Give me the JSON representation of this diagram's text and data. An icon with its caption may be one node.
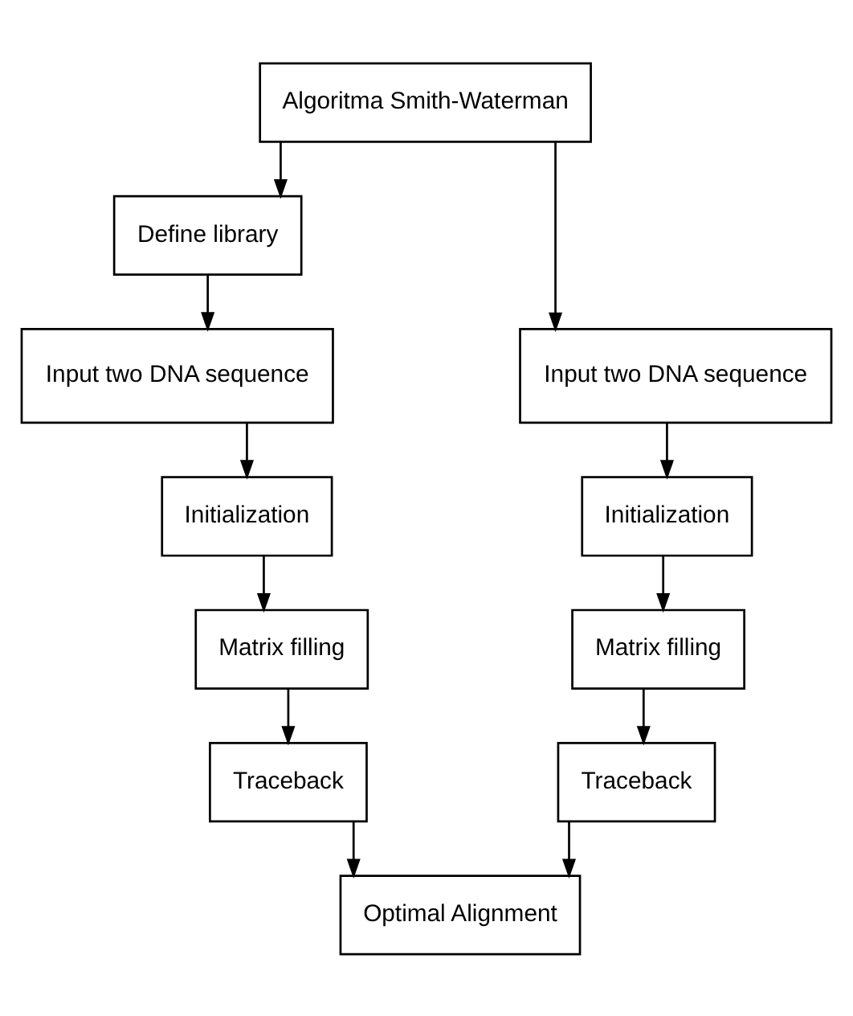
{
  "diagram": {
    "nodes": [
      {
        "text": [
          "Algoritma Smith-Waterman"
        ]
      },
      {
        "text": [
          "Define library"
        ]
      },
      {
        "text": [
          "Input two DNA sequence"
        ]
      },
      {
        "text": [
          "Input two DNA sequence"
        ]
      },
      {
        "text": [
          "Initialization"
        ]
      },
      {
        "text": [
          "Initialization"
        ]
      },
      {
        "text": [
          "Matrix filling"
        ]
      },
      {
        "text": [
          "Matrix filling"
        ]
      },
      {
        "text": [
          "Traceback"
        ]
      },
      {
        "text": [
          "Traceback"
        ]
      },
      {
        "text": [
          "Optimal Alignment"
        ]
      }
    ],
    "edges": [
      {
        "from": 0,
        "to": 2,
        "arrow": "to"
      },
      {
        "from": 0,
        "to": 1,
        "arrow": "to"
      },
      {
        "from": 1,
        "to": 3,
        "arrow": "to"
      },
      {
        "from": 2,
        "to": 4,
        "arrow": "to"
      },
      {
        "from": 4,
        "to": 6,
        "arrow": "to"
      },
      {
        "from": 6,
        "to": 8,
        "arrow": "to"
      },
      {
        "from": 3,
        "to": 5,
        "arrow": "to"
      },
      {
        "from": 5,
        "to": 7,
        "arrow": "to"
      },
      {
        "from": 7,
        "to": 9,
        "arrow": "to"
      },
      {
        "from": 8,
        "to": 10,
        "arrow": "to"
      },
      {
        "from": 9,
        "to": 10,
        "arrow": "to"
      }
    ]
  }
}
